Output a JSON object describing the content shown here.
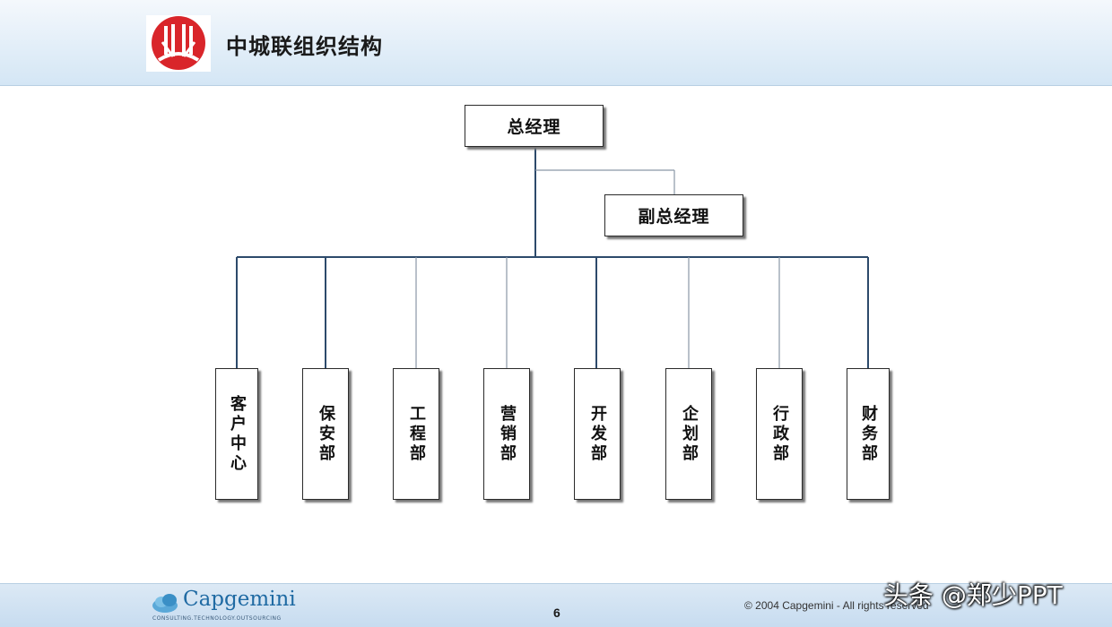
{
  "header": {
    "title": "中城联组织结构"
  },
  "org": {
    "top": "总经理",
    "deputy": "副总经理",
    "departments": [
      "客户中心",
      "保安部",
      "工程部",
      "营销部",
      "开发部",
      "企划部",
      "行政部",
      "财务部"
    ]
  },
  "footer": {
    "brand": "Capgemini",
    "tagline": "CONSULTING.TECHNOLOGY.OUTSOURCING",
    "page_number": "6",
    "copyright": "© 2004 Capgemini - All rights reserved"
  },
  "watermark": "头条 @郑少PPT",
  "colors": {
    "connector": "#2d4a6b",
    "header_band": "#d4e6f5",
    "logo_red": "#d9252a",
    "brand_blue": "#1f6aa3"
  }
}
